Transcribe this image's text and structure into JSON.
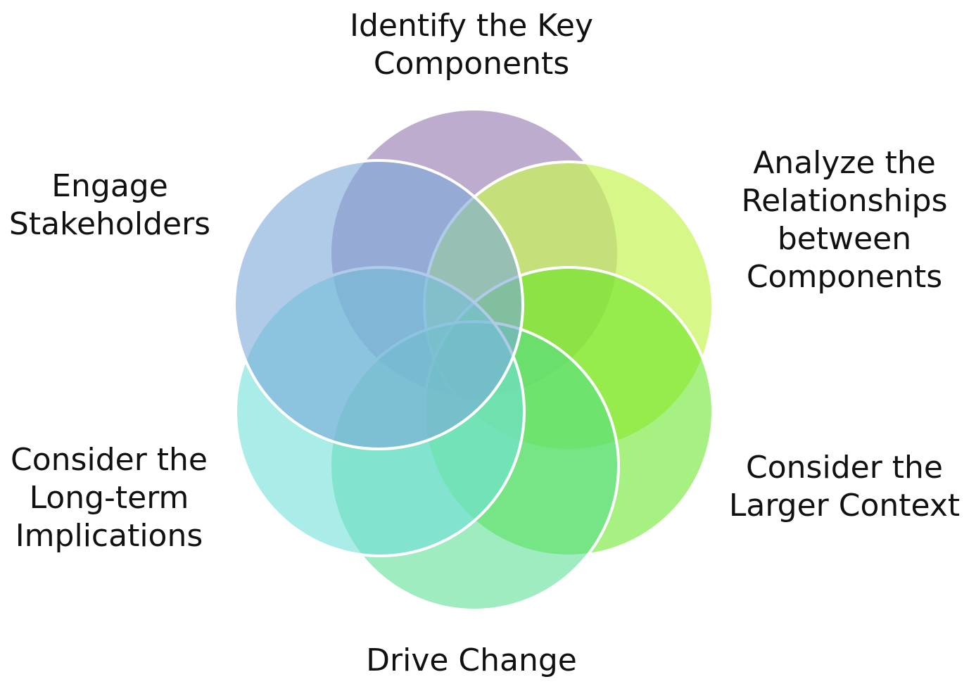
{
  "diagram": {
    "circles": [
      {
        "id": "identify",
        "label_lines": [
          "Identify the Key",
          "Components"
        ],
        "color": "#9b7fb5",
        "opacity": 0.65
      },
      {
        "id": "analyze",
        "label_lines": [
          "Analyze the",
          "Relationships",
          "between",
          "Components"
        ],
        "color": "#c8f45a",
        "opacity": 0.72
      },
      {
        "id": "context",
        "label_lines": [
          "Consider the",
          "Larger Context"
        ],
        "color": "#5ee31c",
        "opacity": 0.55
      },
      {
        "id": "drive",
        "label_lines": [
          "Drive Change"
        ],
        "color": "#4fdd8b",
        "opacity": 0.55
      },
      {
        "id": "longterm",
        "label_lines": [
          "Consider the",
          "Long-term",
          "Implications"
        ],
        "color": "#6fe0d8",
        "opacity": 0.6
      },
      {
        "id": "engage",
        "label_lines": [
          "Engage",
          "Stakeholders"
        ],
        "color": "#7aa8d8",
        "opacity": 0.6
      }
    ],
    "stroke_color": "#ffffff"
  }
}
